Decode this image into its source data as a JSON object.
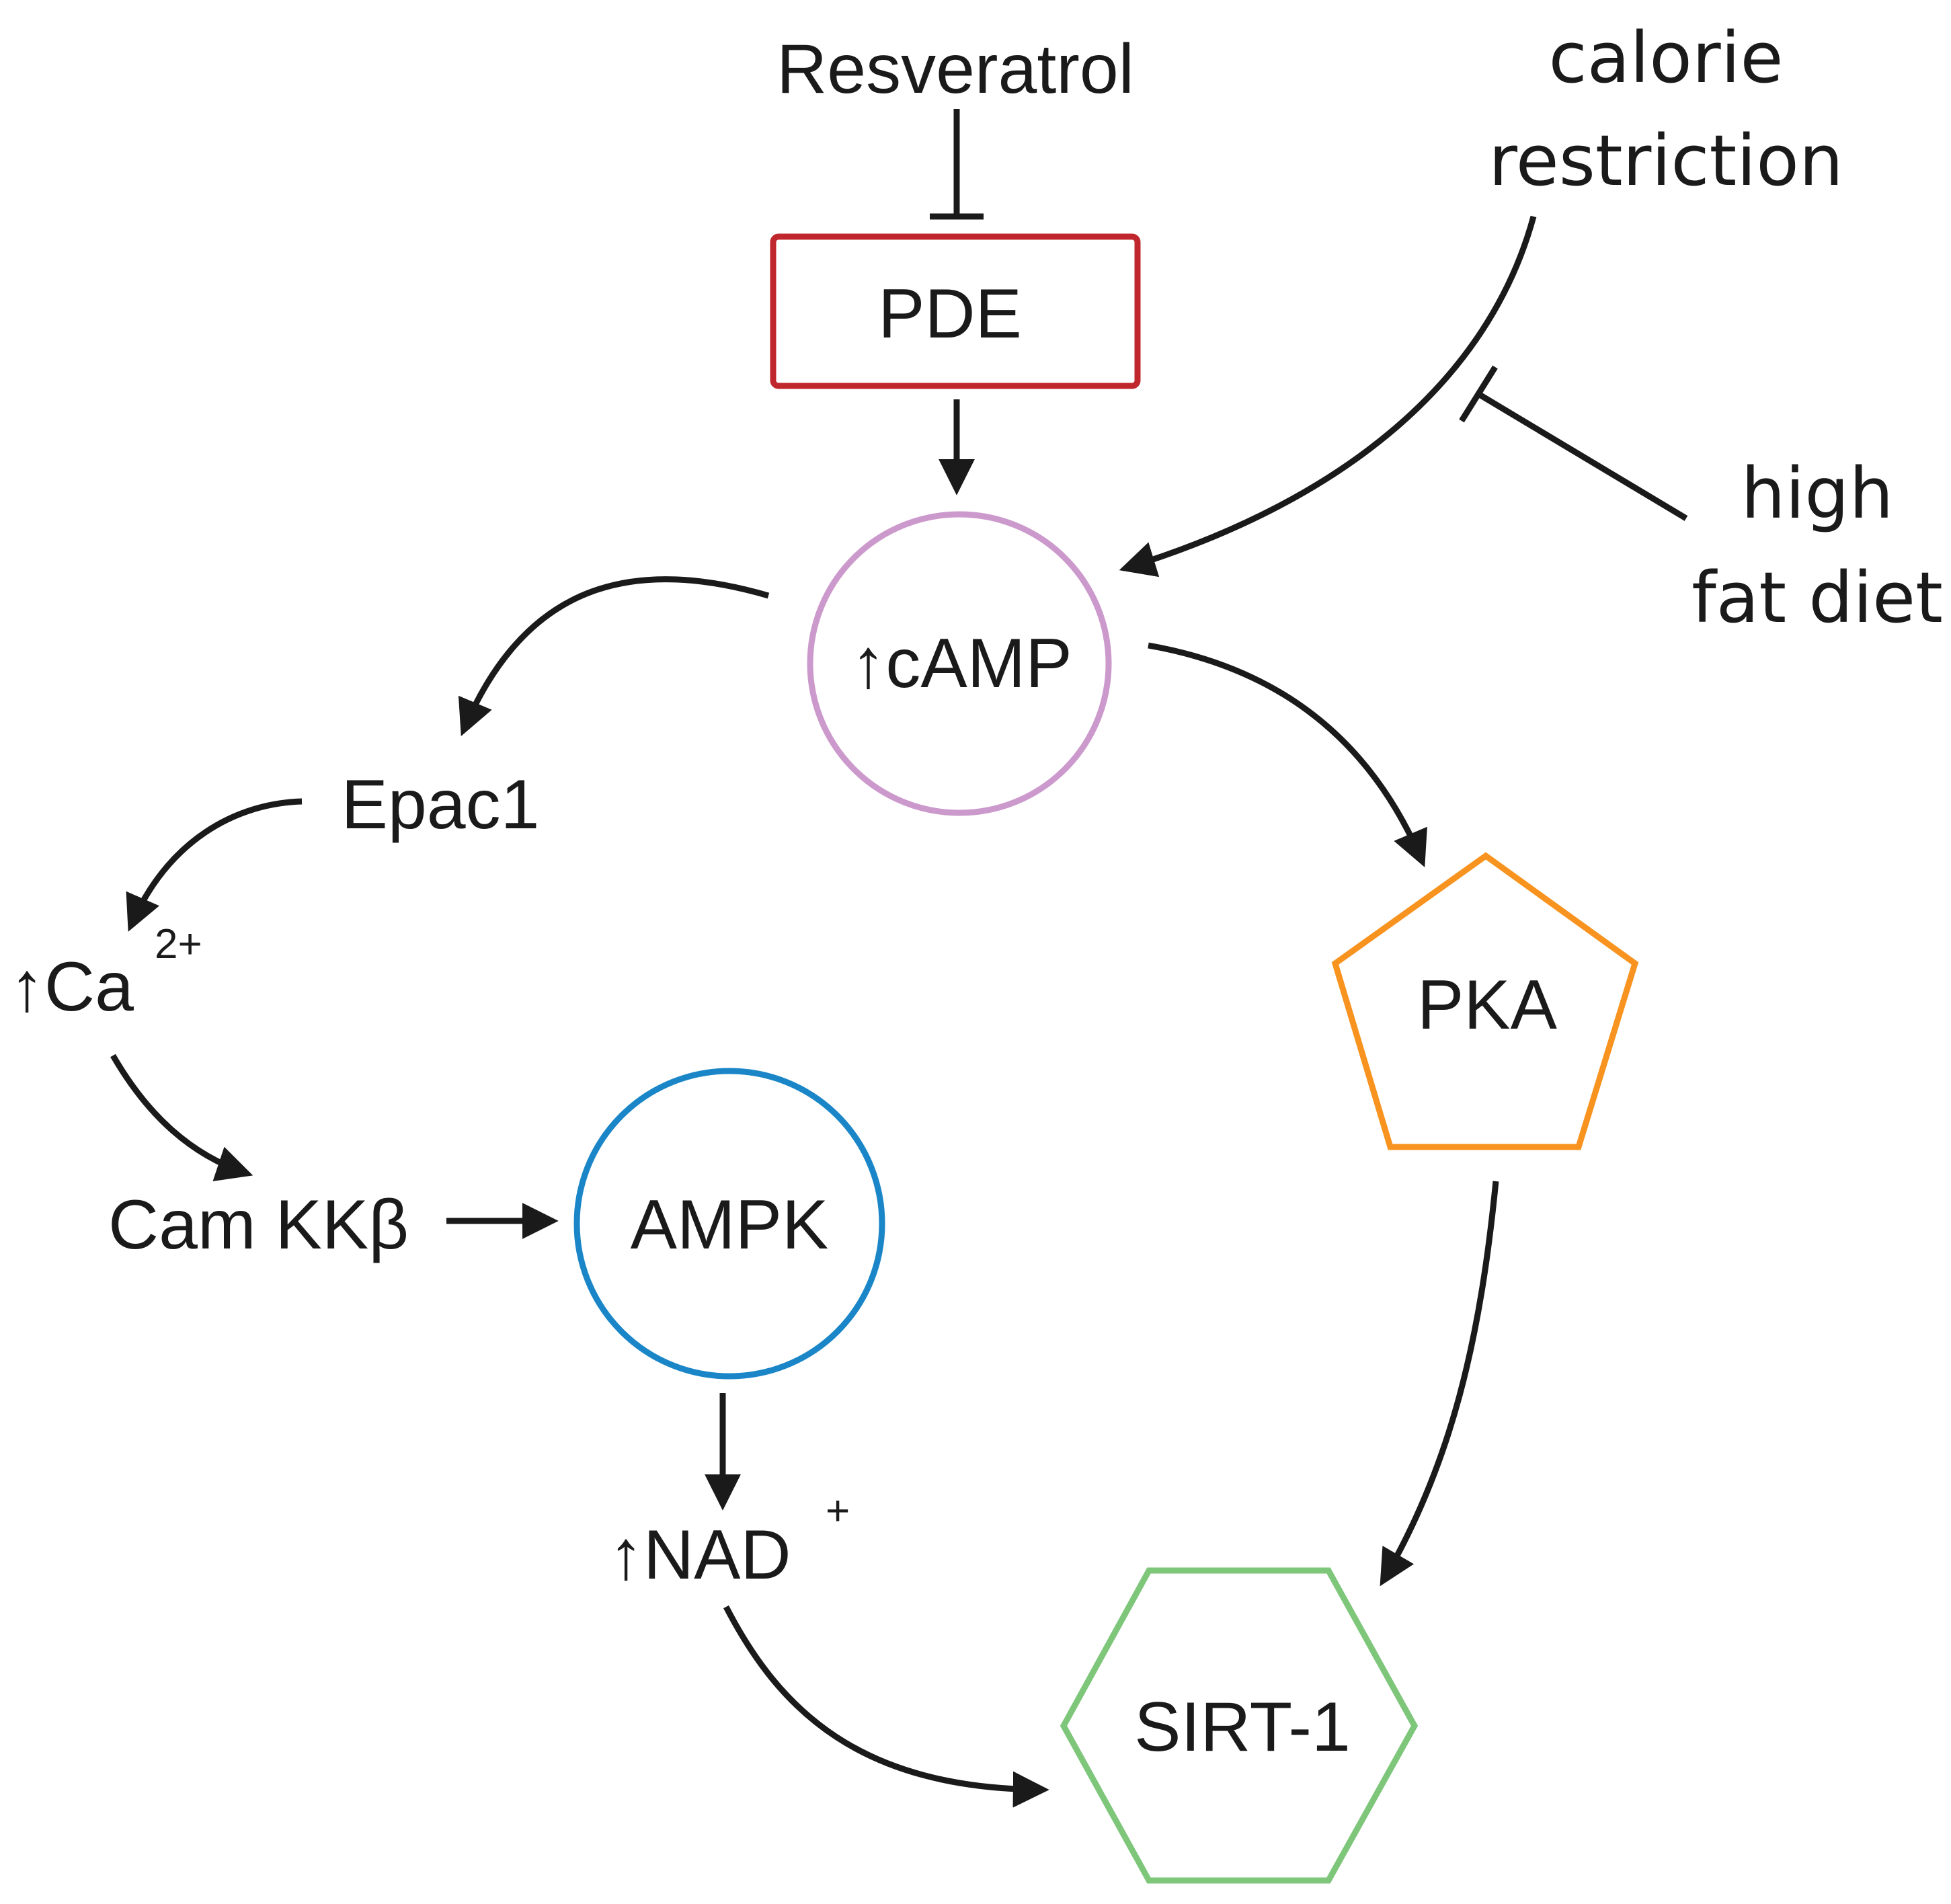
{
  "nodes": {
    "resveratrol": {
      "label": "Resveratrol"
    },
    "calorie_restriction": {
      "line1": "calorie",
      "line2": "restriction"
    },
    "high_fat_diet": {
      "line1": "high",
      "line2": "fat diet"
    },
    "pde": {
      "label": "PDE",
      "border_color": "#c0272d"
    },
    "camp": {
      "label": "↑cAMP",
      "border_color": "#cc99cc"
    },
    "epac1": {
      "label": "Epac1"
    },
    "ca": {
      "label": "↑Ca",
      "superscript": "2+"
    },
    "camkkb": {
      "label": "Cam KKβ"
    },
    "ampk": {
      "label": "AMPK",
      "border_color": "#1a86c8"
    },
    "nad": {
      "label": "↑NAD",
      "superscript": "+"
    },
    "pka": {
      "label": "PKA",
      "border_color": "#f7931e"
    },
    "sirt1": {
      "label": "SIRT-1",
      "border_color": "#7dc67a"
    }
  },
  "edges": [
    {
      "from": "Resveratrol",
      "to": "PDE",
      "type": "inhibits"
    },
    {
      "from": "PDE",
      "to": "↑cAMP",
      "type": "activates"
    },
    {
      "from": "calorie restriction",
      "to": "↑cAMP",
      "type": "activates"
    },
    {
      "from": "high fat diet",
      "to": "calorie restriction → ↑cAMP",
      "type": "inhibits"
    },
    {
      "from": "↑cAMP",
      "to": "Epac1",
      "type": "activates"
    },
    {
      "from": "↑cAMP",
      "to": "PKA",
      "type": "activates"
    },
    {
      "from": "Epac1",
      "to": "↑Ca2+",
      "type": "activates"
    },
    {
      "from": "↑Ca2+",
      "to": "Cam KKβ",
      "type": "activates"
    },
    {
      "from": "Cam KKβ",
      "to": "AMPK",
      "type": "activates"
    },
    {
      "from": "AMPK",
      "to": "↑NAD+",
      "type": "activates"
    },
    {
      "from": "↑NAD+",
      "to": "SIRT-1",
      "type": "activates"
    },
    {
      "from": "PKA",
      "to": "SIRT-1",
      "type": "activates"
    }
  ]
}
